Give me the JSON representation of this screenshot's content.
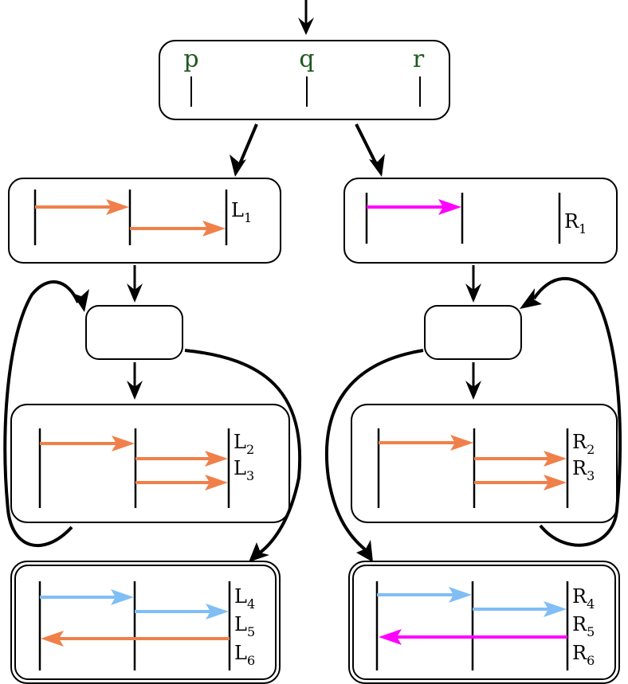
{
  "colors": {
    "orange": "#f0804a",
    "magenta": "#ff00ff",
    "blue": "#80bef5",
    "green": "#1e5a1e",
    "black": "#000000"
  },
  "root_node": {
    "processes": [
      "p",
      "q",
      "r"
    ]
  },
  "left_branch": {
    "box1": {
      "labels": [
        {
          "base": "L",
          "sub": "1"
        }
      ],
      "arrows": [
        {
          "from": "p",
          "to": "q",
          "color": "orange"
        },
        {
          "from": "q",
          "to": "r",
          "color": "orange"
        }
      ]
    },
    "box2": {
      "labels": [
        {
          "base": "L",
          "sub": "2"
        },
        {
          "base": "L",
          "sub": "3"
        }
      ],
      "arrows": [
        {
          "from": "p",
          "to": "q",
          "color": "orange"
        },
        {
          "from": "q",
          "to": "r",
          "color": "orange"
        },
        {
          "from": "q",
          "to": "r",
          "color": "orange"
        }
      ]
    },
    "box3": {
      "labels": [
        {
          "base": "L",
          "sub": "4"
        },
        {
          "base": "L",
          "sub": "5"
        },
        {
          "base": "L",
          "sub": "6"
        }
      ],
      "arrows": [
        {
          "from": "p",
          "to": "q",
          "color": "blue"
        },
        {
          "from": "q",
          "to": "r",
          "color": "blue"
        },
        {
          "from": "r",
          "to": "p",
          "color": "orange"
        }
      ]
    }
  },
  "right_branch": {
    "box1": {
      "labels": [
        {
          "base": "R",
          "sub": "1"
        }
      ],
      "arrows": [
        {
          "from": "p",
          "to": "q",
          "color": "magenta"
        }
      ]
    },
    "box2": {
      "labels": [
        {
          "base": "R",
          "sub": "2"
        },
        {
          "base": "R",
          "sub": "3"
        }
      ],
      "arrows": [
        {
          "from": "p",
          "to": "q",
          "color": "orange"
        },
        {
          "from": "q",
          "to": "r",
          "color": "orange"
        },
        {
          "from": "q",
          "to": "r",
          "color": "orange"
        }
      ]
    },
    "box3": {
      "labels": [
        {
          "base": "R",
          "sub": "4"
        },
        {
          "base": "R",
          "sub": "5"
        },
        {
          "base": "R",
          "sub": "6"
        }
      ],
      "arrows": [
        {
          "from": "p",
          "to": "q",
          "color": "blue"
        },
        {
          "from": "q",
          "to": "r",
          "color": "blue"
        },
        {
          "from": "r",
          "to": "p",
          "color": "magenta"
        }
      ]
    }
  }
}
